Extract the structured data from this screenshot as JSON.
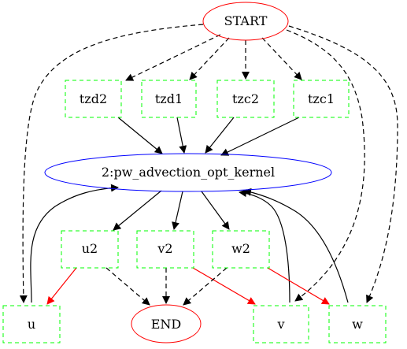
{
  "colors": {
    "background": "#ffffff",
    "start_end_stroke": "#ff0000",
    "kernel_stroke": "#0000ff",
    "box_stroke": "#00ff00",
    "solid_edge": "#000000",
    "red_edge": "#ff0000",
    "dashed_edge": "#000000"
  },
  "nodes": {
    "start": {
      "label": "START",
      "shape": "ellipse"
    },
    "kernel": {
      "label": "2:pw_advection_opt_kernel",
      "shape": "ellipse"
    },
    "end": {
      "label": "END",
      "shape": "ellipse"
    },
    "tzd2": {
      "label": "tzd2",
      "shape": "dashed-box"
    },
    "tzd1": {
      "label": "tzd1",
      "shape": "dashed-box"
    },
    "tzc2": {
      "label": "tzc2",
      "shape": "dashed-box"
    },
    "tzc1": {
      "label": "tzc1",
      "shape": "dashed-box"
    },
    "u2": {
      "label": "u2",
      "shape": "dashed-box"
    },
    "v2": {
      "label": "v2",
      "shape": "dashed-box"
    },
    "w2": {
      "label": "w2",
      "shape": "dashed-box"
    },
    "u": {
      "label": "u",
      "shape": "dashed-box"
    },
    "v": {
      "label": "v",
      "shape": "dashed-box"
    },
    "w": {
      "label": "w",
      "shape": "dashed-box"
    }
  },
  "edges": [
    {
      "from": "start",
      "to": "tzd2",
      "style": "dashed",
      "color": "black"
    },
    {
      "from": "start",
      "to": "tzd1",
      "style": "dashed",
      "color": "black"
    },
    {
      "from": "start",
      "to": "tzc2",
      "style": "dashed",
      "color": "black"
    },
    {
      "from": "start",
      "to": "tzc1",
      "style": "dashed",
      "color": "black"
    },
    {
      "from": "start",
      "to": "u",
      "style": "dashed",
      "color": "black"
    },
    {
      "from": "start",
      "to": "v",
      "style": "dashed",
      "color": "black"
    },
    {
      "from": "start",
      "to": "w",
      "style": "dashed",
      "color": "black"
    },
    {
      "from": "tzd2",
      "to": "kernel",
      "style": "solid",
      "color": "black"
    },
    {
      "from": "tzd1",
      "to": "kernel",
      "style": "solid",
      "color": "black"
    },
    {
      "from": "tzc2",
      "to": "kernel",
      "style": "solid",
      "color": "black"
    },
    {
      "from": "tzc1",
      "to": "kernel",
      "style": "solid",
      "color": "black"
    },
    {
      "from": "kernel",
      "to": "u2",
      "style": "solid",
      "color": "black"
    },
    {
      "from": "kernel",
      "to": "v2",
      "style": "solid",
      "color": "black"
    },
    {
      "from": "kernel",
      "to": "w2",
      "style": "solid",
      "color": "black"
    },
    {
      "from": "u",
      "to": "kernel",
      "style": "solid",
      "color": "black"
    },
    {
      "from": "v",
      "to": "kernel",
      "style": "solid",
      "color": "black"
    },
    {
      "from": "w",
      "to": "kernel",
      "style": "solid",
      "color": "black"
    },
    {
      "from": "u2",
      "to": "u",
      "style": "solid",
      "color": "red"
    },
    {
      "from": "v2",
      "to": "v",
      "style": "solid",
      "color": "red"
    },
    {
      "from": "w2",
      "to": "w",
      "style": "solid",
      "color": "red"
    },
    {
      "from": "u2",
      "to": "end",
      "style": "dashed",
      "color": "black"
    },
    {
      "from": "v2",
      "to": "end",
      "style": "dashed",
      "color": "black"
    },
    {
      "from": "w2",
      "to": "end",
      "style": "dashed",
      "color": "black"
    }
  ]
}
